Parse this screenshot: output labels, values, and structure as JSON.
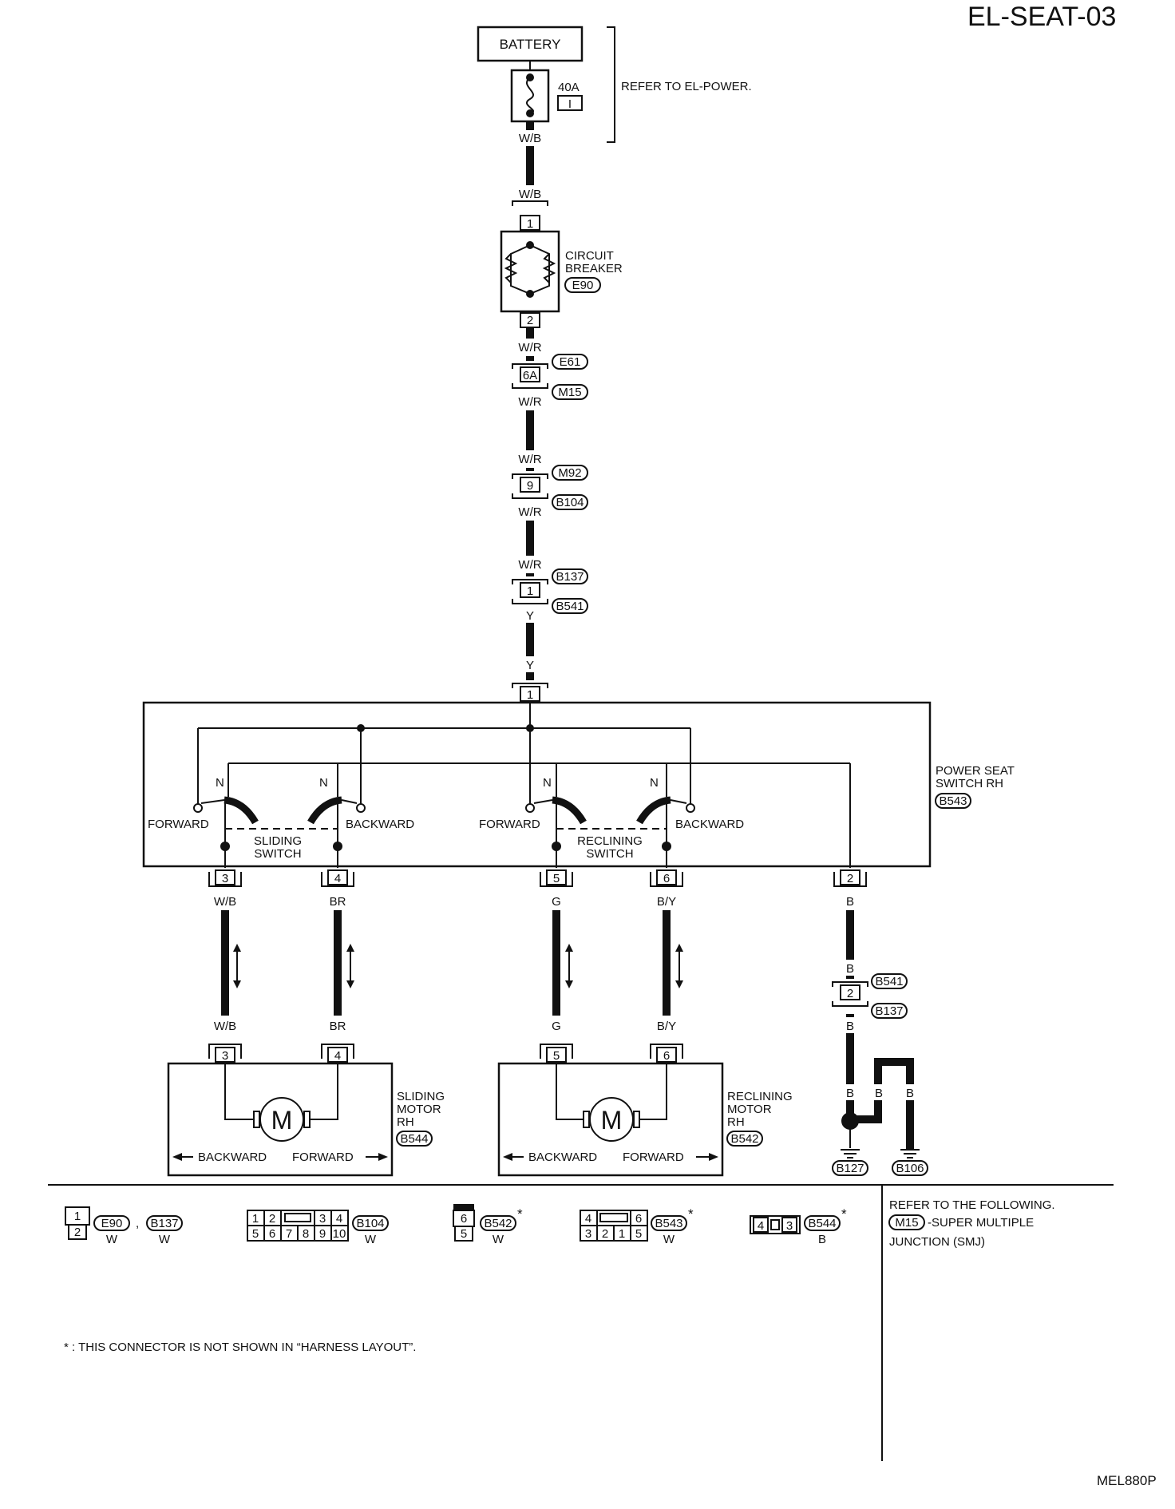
{
  "page_code": "EL-SEAT-03",
  "figure_code": "MEL880P",
  "battery": "BATTERY",
  "fuse": {
    "rating": "40A",
    "id": "I"
  },
  "refer_power": "REFER TO EL-POWER.",
  "circuit_breaker": {
    "line1": "CIRCUIT",
    "line2": "BREAKER",
    "connector": "E90",
    "pin_top": "1",
    "pin_bottom": "2"
  },
  "wires": {
    "wb": "W/B",
    "wr": "W/R",
    "y": "Y",
    "br": "BR",
    "g": "G",
    "by": "B/Y",
    "b": "B"
  },
  "conn_6a": {
    "pin": "6A",
    "top": "E61",
    "bottom": "M15"
  },
  "conn_9": {
    "pin": "9",
    "top": "M92",
    "bottom": "B104"
  },
  "conn_1": {
    "pin": "1",
    "top": "B137",
    "bottom": "B541"
  },
  "conn_2": {
    "pin": "2",
    "top": "B541",
    "bottom": "B137"
  },
  "switch_pin": "1",
  "power_seat_switch": {
    "line1": "POWER SEAT",
    "line2": "SWITCH RH",
    "connector": "B543"
  },
  "switch_labels": {
    "n": "N",
    "forward": "FORWARD",
    "backward": "BACKWARD",
    "sliding1": "SLIDING",
    "sliding2": "SWITCH",
    "reclining1": "RECLINING",
    "reclining2": "SWITCH"
  },
  "switch_pins": [
    "3",
    "4",
    "5",
    "6",
    "2"
  ],
  "sliding_motor": {
    "line1": "SLIDING",
    "line2": "MOTOR",
    "line3": "RH",
    "connector": "B544",
    "backward": "BACKWARD",
    "forward": "FORWARD",
    "pin_a": "3",
    "pin_b": "4",
    "m": "M"
  },
  "reclining_motor": {
    "line1": "RECLINING",
    "line2": "MOTOR",
    "line3": "RH",
    "connector": "B542",
    "backward": "BACKWARD",
    "forward": "FORWARD",
    "pin_a": "5",
    "pin_b": "6",
    "m": "M"
  },
  "grounds": [
    "B127",
    "B106"
  ],
  "legend": {
    "c1": {
      "ids": [
        "E90",
        "B137"
      ],
      "sep": ",",
      "color": "W",
      "pins": [
        "1",
        "2"
      ]
    },
    "c2": {
      "id": "B104",
      "color": "W",
      "pins_top": [
        "1",
        "2",
        "3",
        "4"
      ],
      "pins_bottom": [
        "5",
        "6",
        "7",
        "8",
        "9",
        "10"
      ]
    },
    "c3": {
      "id": "B542",
      "color": "W",
      "pins": [
        "6",
        "5"
      ],
      "star": "*"
    },
    "c4": {
      "id": "B543",
      "color": "W",
      "pins_top": [
        "4",
        "6"
      ],
      "pins_bottom": [
        "3",
        "2",
        "1",
        "5"
      ],
      "star": "*"
    },
    "c5": {
      "id": "B544",
      "color": "B",
      "pins": [
        "4",
        "3"
      ],
      "star": "*"
    },
    "note": "* : THIS CONNECTOR IS NOT SHOWN IN “HARNESS LAYOUT”."
  },
  "refer_box": {
    "line1": "REFER TO THE FOLLOWING.",
    "smj_id": "M15",
    "line2": "-SUPER MULTIPLE",
    "line3": "JUNCTION (SMJ)"
  }
}
